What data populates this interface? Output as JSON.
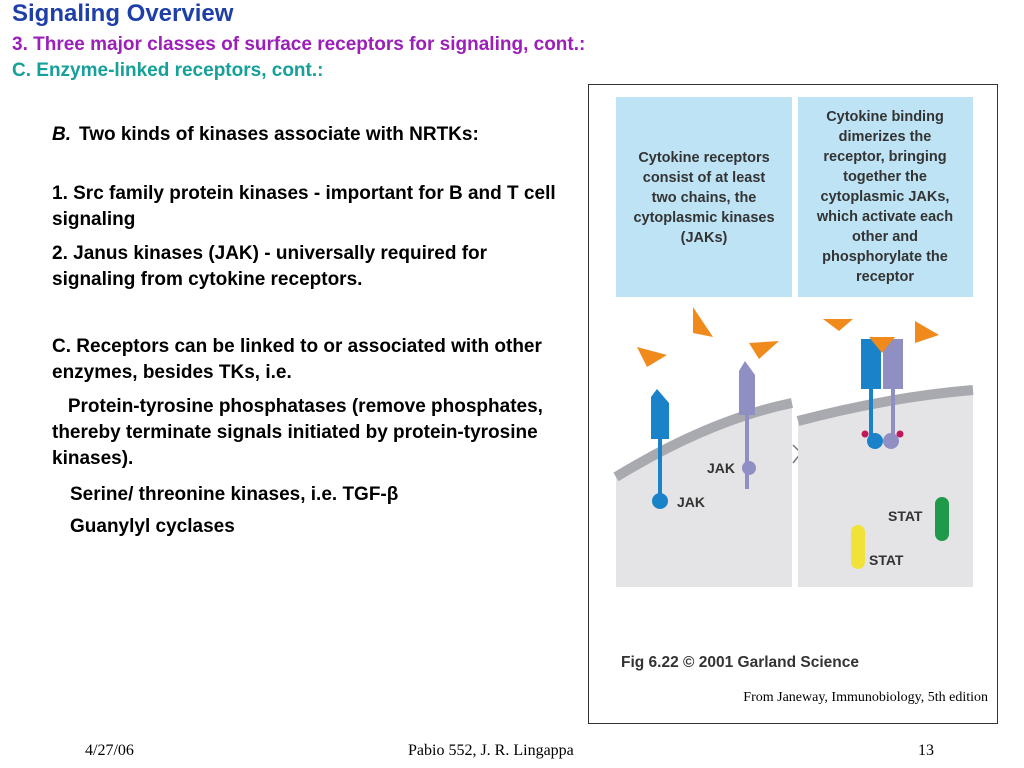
{
  "slide": {
    "title": "Signaling Overview",
    "subtitle1": "3.  Three major classes of  surface receptors for signaling, cont.:",
    "subtitle2": "C.  Enzyme-linked receptors, cont.:"
  },
  "content": {
    "point_b_letter": "B.",
    "point_b_text": "Two kinds of kinases associate with NRTKs:",
    "item1": "1.  Src family protein kinases - important for B and T cell signaling",
    "item2": "2.  Janus kinases (JAK) - universally required for signaling from cytokine receptors.",
    "point_c": " C.  Receptors can be linked to or associated with other enzymes, besides TKs, i.e.",
    "phosphatases": "   Protein-tyrosine phosphatases (remove phosphates, thereby terminate signals initiated by protein-tyrosine kinases).",
    "serine": "Serine/ threonine kinases, i.e. TGF-β",
    "guanylyl": "Guanylyl cyclases"
  },
  "figure": {
    "panel1_lines": [
      "Cytokine receptors",
      "consist of at least",
      "two chains, the",
      "cytoplasmic kinases",
      "(JAKs)"
    ],
    "panel2_lines": [
      "Cytokine binding",
      "dimerizes the",
      "receptor, bringing",
      "together the",
      "cytoplasmic JAKs,",
      "which activate each",
      "other and",
      "phosphorylate the",
      "receptor"
    ],
    "jak_label": "JAK",
    "stat_label": "STAT",
    "caption": "Fig 6.22  © 2001 Garland Science",
    "credit": "From Janeway, Immunobiology, 5th edition",
    "colors": {
      "text_panel": "#bde3f5",
      "cytoplasm": "#e4e4e6",
      "membrane": "#a9aab0",
      "receptor_blue": "#1a82c8",
      "receptor_purple": "#8f8fc4",
      "cytokine_orange": "#f08a1c",
      "stat_green": "#1e9a4a",
      "stat_yellow": "#f1e23a",
      "phosphate_magenta": "#c2185b"
    }
  },
  "footer": {
    "date": "4/27/06",
    "course": "Pabio 552,  J. R. Lingappa",
    "page": "13"
  }
}
